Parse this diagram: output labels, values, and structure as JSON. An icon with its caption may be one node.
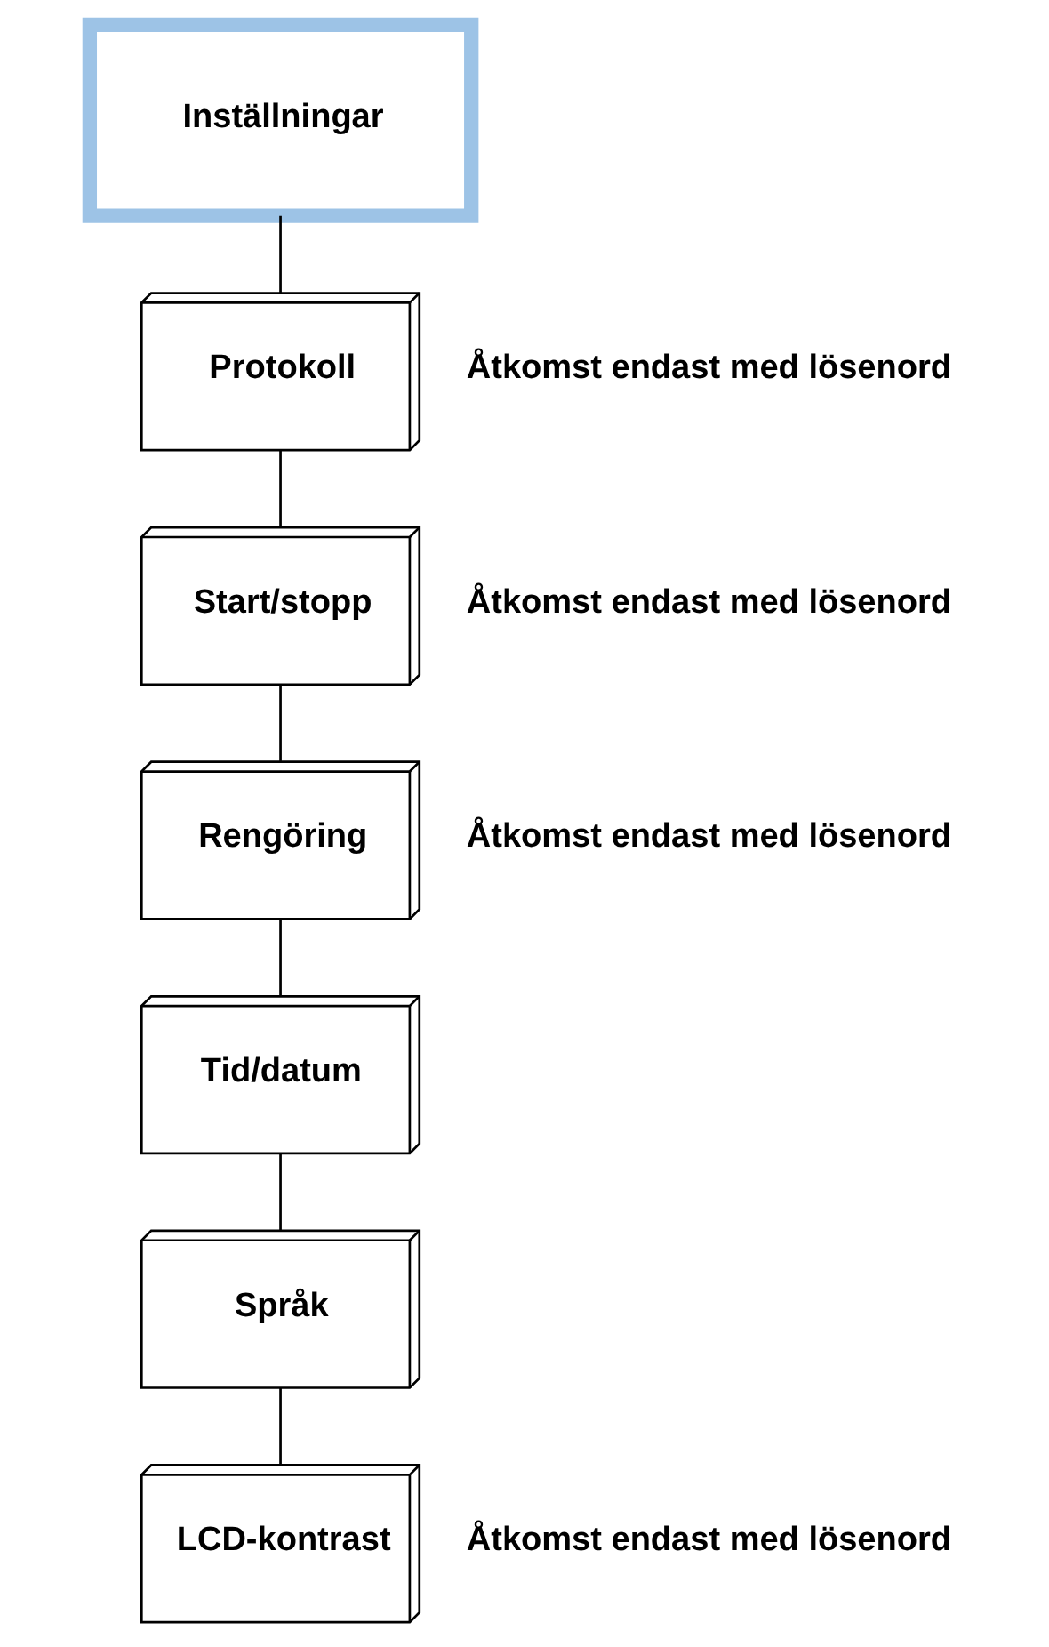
{
  "diagram": {
    "nodes": [
      {
        "text": [
          "Inställningar"
        ]
      },
      {
        "text": [
          "Protokoll"
        ],
        "beside": [
          "Åtkomst endast med lösenord"
        ]
      },
      {
        "text": [
          "Start/stopp"
        ],
        "beside": [
          "Åtkomst endast med lösenord"
        ]
      },
      {
        "text": [
          "Rengöring"
        ],
        "beside": [
          "Åtkomst endast med lösenord"
        ]
      },
      {
        "text": [
          "Tid/datum"
        ]
      },
      {
        "text": [
          "Språk"
        ]
      },
      {
        "text": [
          "LCD-kontrast"
        ],
        "beside": [
          "Åtkomst endast med lösenord"
        ]
      }
    ],
    "edges": [
      {
        "from": 0,
        "to": 1,
        "arrow": "none"
      },
      {
        "from": 1,
        "to": 2,
        "arrow": "none"
      },
      {
        "from": 2,
        "to": 3,
        "arrow": "none"
      },
      {
        "from": 3,
        "to": 4,
        "arrow": "none"
      },
      {
        "from": 4,
        "to": 5,
        "arrow": "none"
      },
      {
        "from": 5,
        "to": 6,
        "arrow": "none"
      }
    ]
  }
}
